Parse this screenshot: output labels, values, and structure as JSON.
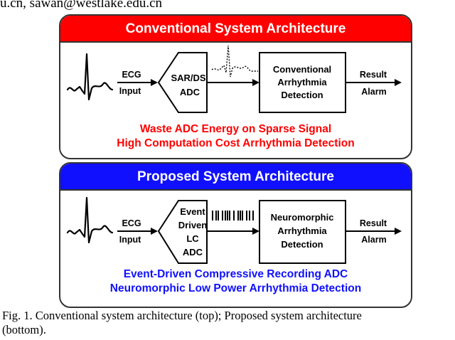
{
  "header_fragment": "u.cn, sawan@westlake.edu.cn",
  "top_panel": {
    "title": "Conventional System Architecture",
    "input_label_1": "ECG",
    "input_label_2": "Input",
    "adc_label_1": "SAR/DS",
    "adc_label_2": "ADC",
    "detector_label_1": "Conventional",
    "detector_label_2": "Arrhythmia",
    "detector_label_3": "Detection",
    "output_label_1": "Result",
    "output_label_2": "Alarm",
    "note_1": "Waste ADC Energy on Sparse Signal",
    "note_2": "High Computation Cost Arrhythmia Detection"
  },
  "bottom_panel": {
    "title": "Proposed System Architecture",
    "input_label_1": "ECG",
    "input_label_2": "Input",
    "adc_label_1": "Event",
    "adc_label_2": "Driven",
    "adc_label_3": "LC",
    "adc_label_4": "ADC",
    "detector_label_1": "Neuromorphic",
    "detector_label_2": "Arrhythmia",
    "detector_label_3": "Detection",
    "output_label_1": "Result",
    "output_label_2": "Alarm",
    "note_1": "Event-Driven Compressive Recording ADC",
    "note_2": "Neuromorphic Low Power Arrhythmia Detection"
  },
  "caption": {
    "line_1": "Fig. 1.  Conventional system architecture (top); Proposed system architecture",
    "line_2": "(bottom)."
  },
  "colors": {
    "conventional": "#ff0000",
    "proposed": "#1010ff"
  }
}
